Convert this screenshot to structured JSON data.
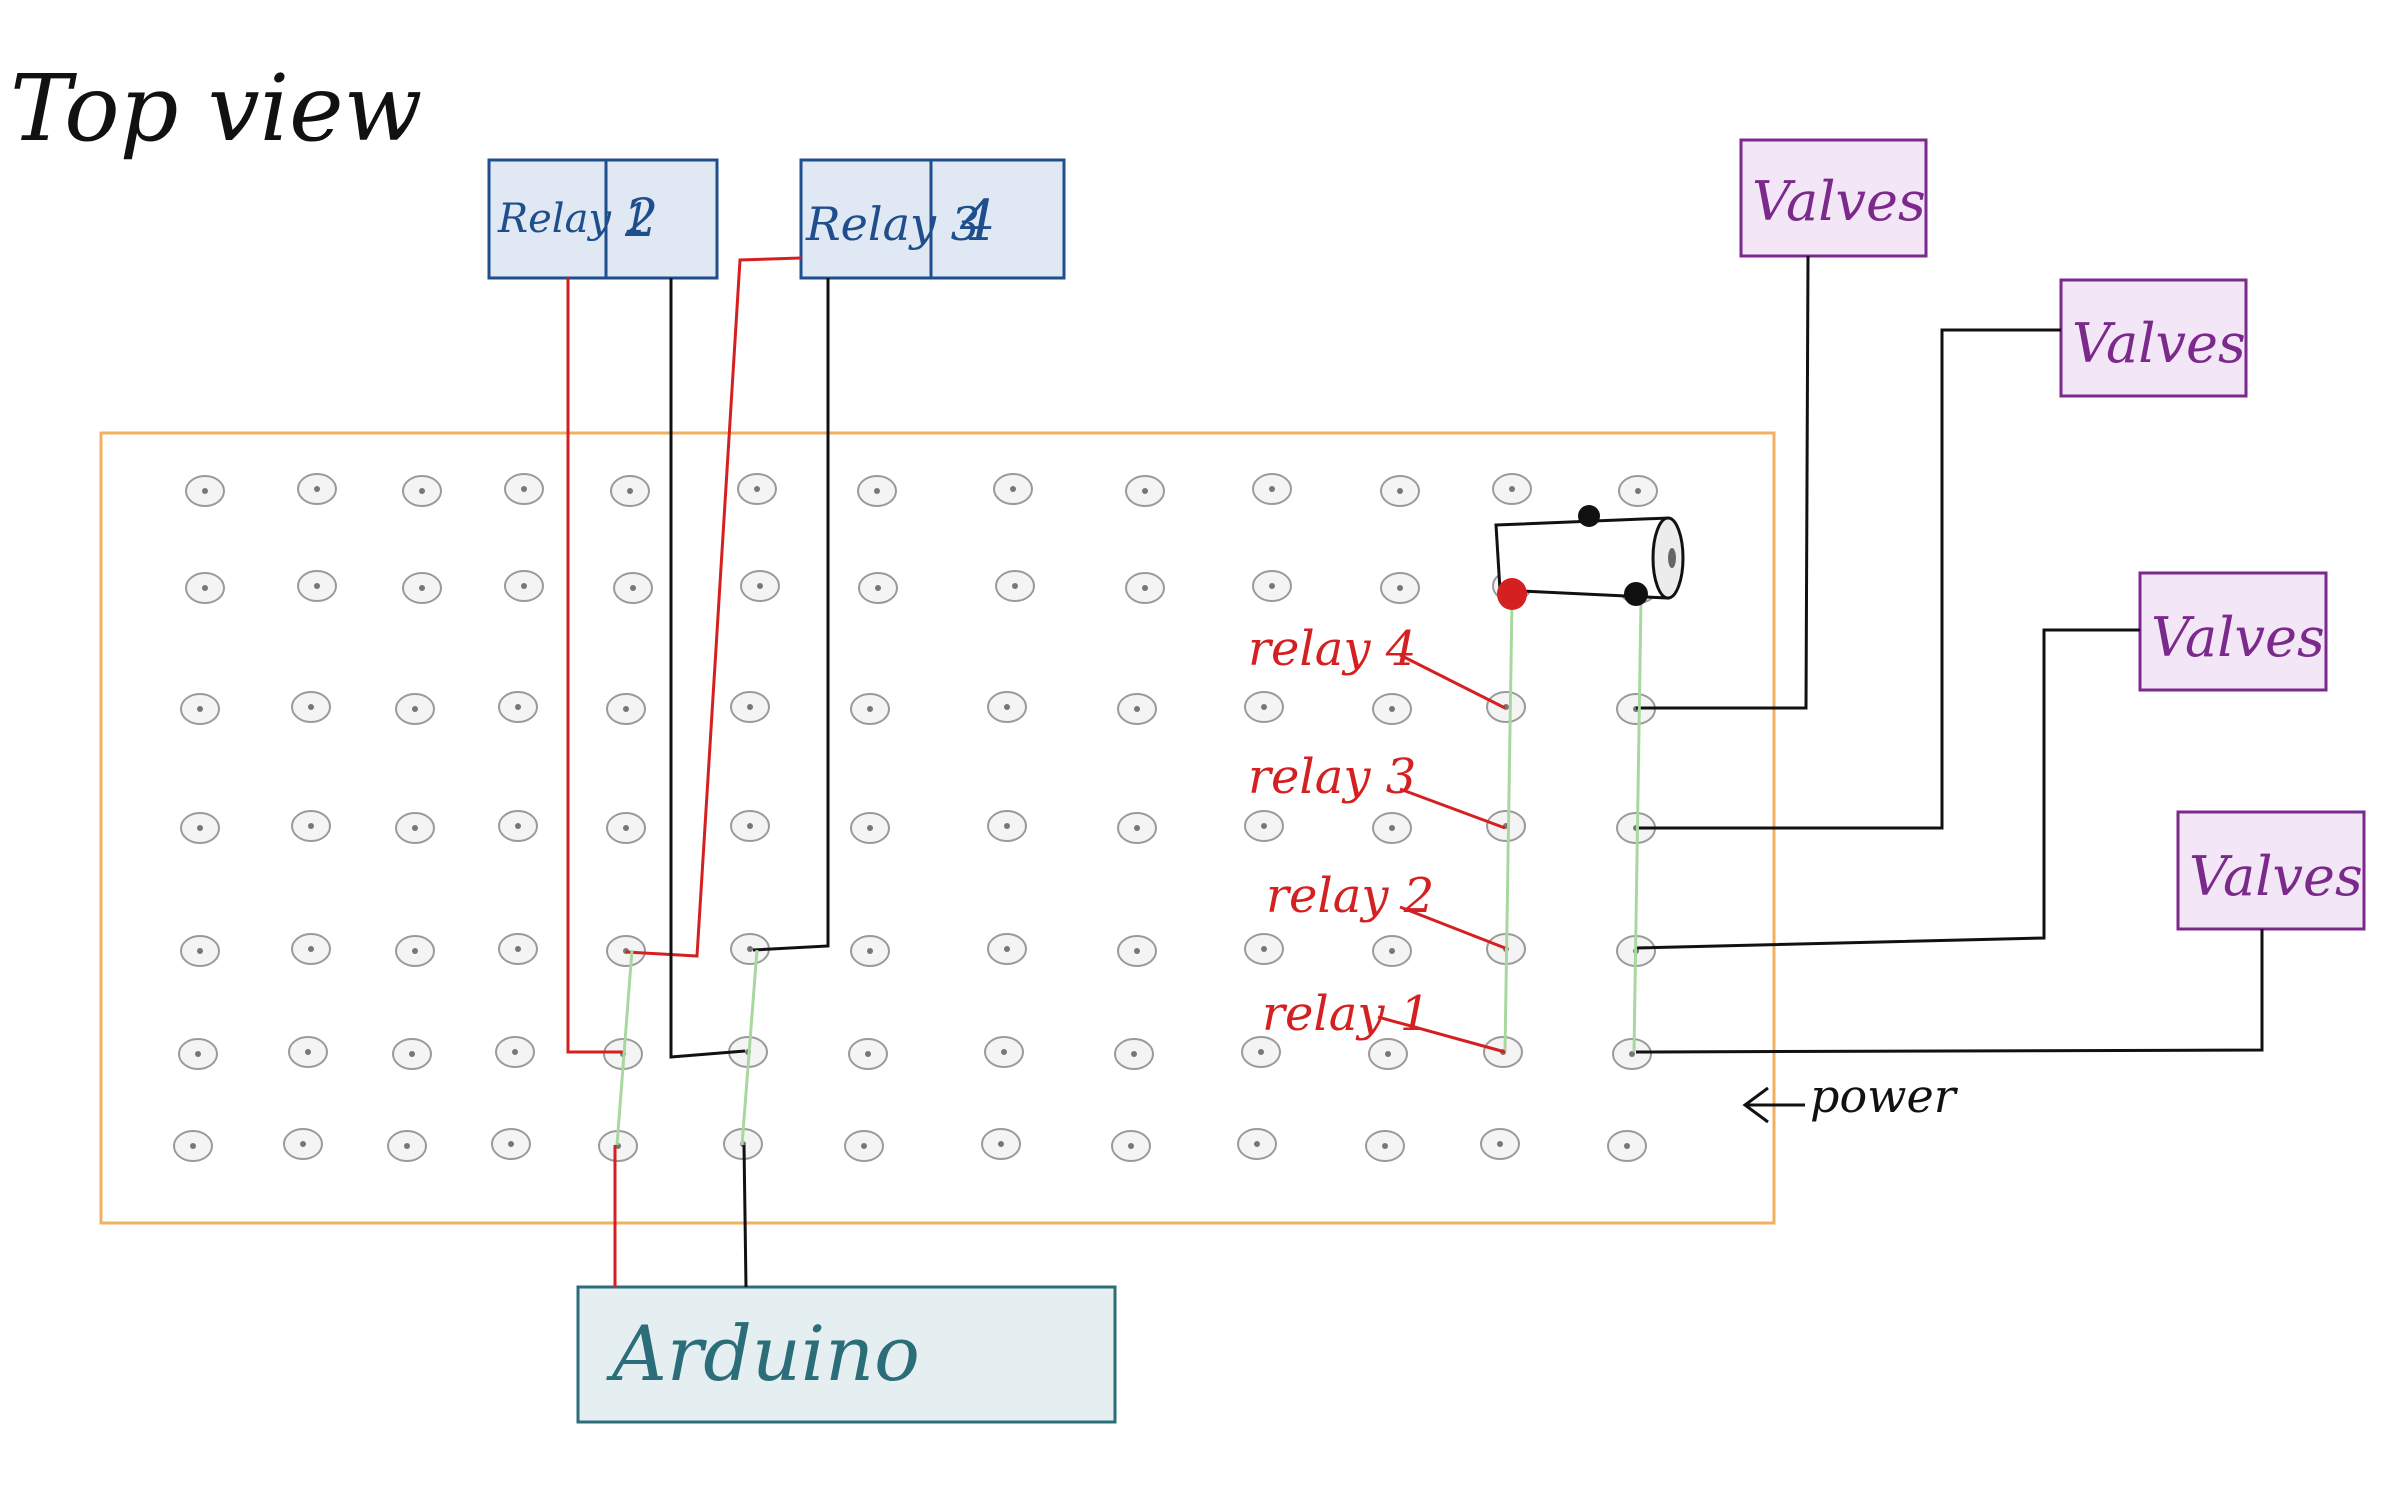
{
  "title": "Top view",
  "relay_boxes": [
    {
      "left": "Relay 1",
      "right": "2"
    },
    {
      "left": "Relay 3",
      "right": "4"
    }
  ],
  "valve_boxes": [
    "Valves",
    "Valves",
    "Valves",
    "Valves"
  ],
  "arduino_label": "Arduino",
  "relay_labels": [
    "relay 4",
    "relay 3",
    "relay 2",
    "relay 1"
  ],
  "power_label": "power",
  "colors": {
    "board_outline": "#f0b060",
    "relay_box_fill": "#dfe8f3",
    "relay_box_stroke": "#1f4e8c",
    "relay_text": "#1f4e8c",
    "valve_box_fill": "#f3e6f6",
    "valve_box_stroke": "#7b2a8c",
    "valve_text": "#7b2a8c",
    "arduino_fill": "#e5eff1",
    "arduino_stroke": "#2b6d78",
    "arduino_text": "#2b6d78",
    "red_wire": "#d42020",
    "black_wire": "#111111",
    "green_wire": "#a8d8a0",
    "hole": "#9a9a9a"
  }
}
